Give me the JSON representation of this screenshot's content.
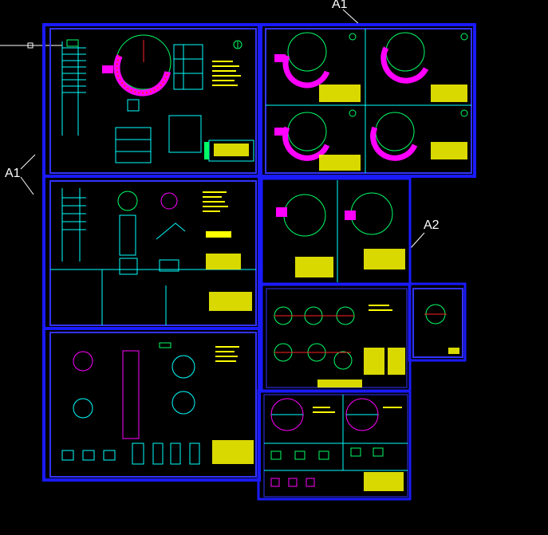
{
  "labels": {
    "a1_top": "A1",
    "a1_left": "A1",
    "a2": "A2"
  },
  "colors": {
    "background": "#000000",
    "sheet_border": "#1a1aff",
    "inner_border": "#3333ff",
    "cyan": "#00ffff",
    "green": "#00ff66",
    "magenta": "#ff00ff",
    "red": "#ff2222",
    "yellow": "#ffff00",
    "white": "#ffffff"
  },
  "icons": [
    "north-arrow-icon",
    "leader-pointer-icon"
  ]
}
